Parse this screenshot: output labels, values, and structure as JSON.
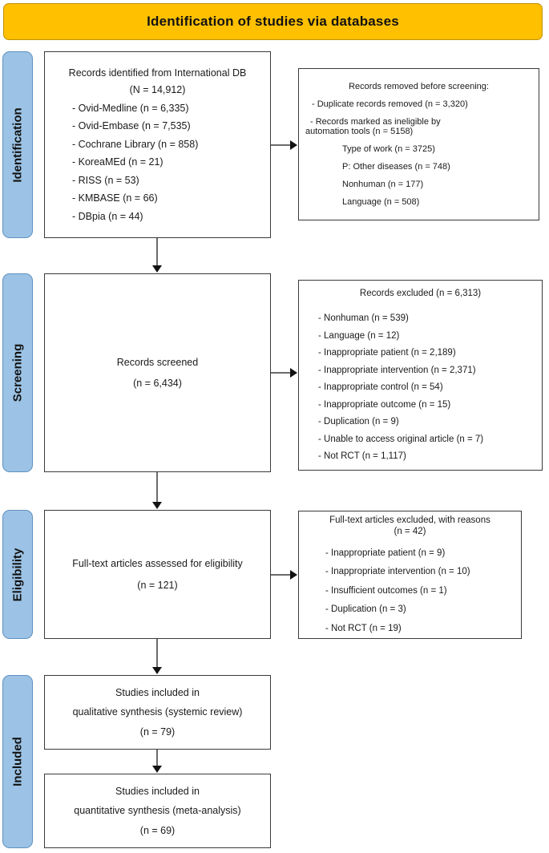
{
  "banner": {
    "title": "Identification of studies via databases"
  },
  "stages": [
    {
      "key": "identification",
      "label": "Identification"
    },
    {
      "key": "screening",
      "label": "Screening"
    },
    {
      "key": "eligibility",
      "label": "Eligibility"
    },
    {
      "key": "included",
      "label": "Included"
    }
  ],
  "identification": {
    "records_identified": {
      "title": "Records identified from International DB",
      "total": "(N = 14,912)",
      "sources": [
        "-  Ovid-Medline  (n = 6,335)",
        "-  Ovid-Embase (n = 7,535)",
        "-  Cochrane  Library (n = 858)",
        "-  KoreaMEd (n = 21)",
        "-   RISS (n = 53)",
        "-   KMBASE (n = 66)",
        "-   DBpia (n = 44)"
      ]
    },
    "records_removed": {
      "title": "Records removed before screening:",
      "duplicate": "-  Duplicate records removed (n = 3,320)",
      "automation_line1": "- Records marked as ineligible  by",
      "automation_line2": "automation tools   (n = 5158)",
      "reasons": [
        "Type of work (n = 3725)",
        "P: Other diseases (n = 748)",
        "Nonhuman  (n = 177)",
        "Language (n = 508)"
      ]
    }
  },
  "screening": {
    "records_screened": {
      "title": "Records screened",
      "count": "(n = 6,434)"
    },
    "records_excluded": {
      "title": "Records excluded  (n = 6,313)",
      "reasons": [
        "- Nonhuman (n = 539)",
        "- Language (n = 12)",
        "- Inappropriate patient (n = 2,189)",
        "- Inappropriate intervention (n = 2,371)",
        "- Inappropriate control (n = 54)",
        "- Inappropriate outcome (n = 15)",
        "- Duplication (n = 9)",
        "- Unable to access original article (n = 7)",
        "- Not RCT (n = 1,117)"
      ]
    }
  },
  "eligibility": {
    "fulltext_assessed": {
      "title": "Full-text articles assessed for eligibility",
      "count": "(n = 121)"
    },
    "fulltext_excluded": {
      "title": "Full-text articles excluded, with reasons",
      "count": "(n = 42)",
      "reasons": [
        "-  Inappropriate patient (n = 9)",
        "-  Inappropriate intervention (n = 10)",
        "-  Insufficient outcomes (n = 1)",
        "-  Duplication (n = 3)",
        "-  Not RCT (n = 19)"
      ]
    }
  },
  "included": {
    "qualitative": {
      "line1": "Studies included in",
      "line2": "qualitative synthesis (systemic review)",
      "count": "(n = 79)"
    },
    "quantitative": {
      "line1": "Studies included in",
      "line2": "quantitative synthesis (meta-analysis)",
      "count": "(n = 69)"
    }
  },
  "colors": {
    "banner_fill": "#ffc000",
    "stage_pill_fill": "#9cc3e5",
    "box_border": "#3a3a3a",
    "connector": "#6b6b6b"
  }
}
